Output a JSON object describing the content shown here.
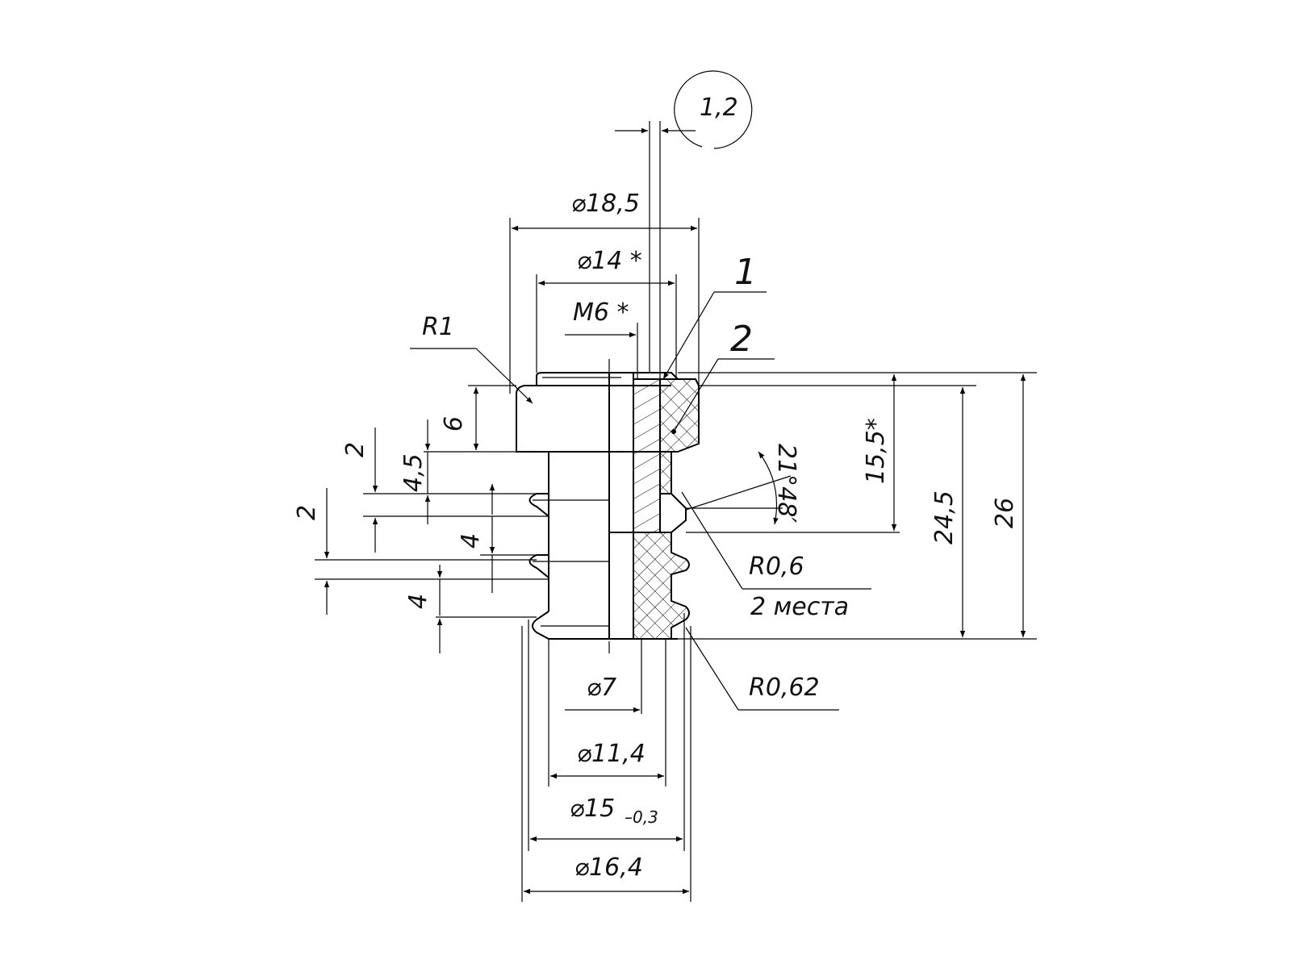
{
  "drawing": {
    "dims": {
      "gap": "1,2",
      "d185": "⌀18,5",
      "d14": "⌀14 *",
      "m6": "M6 *",
      "r1": "R1",
      "h6": "6",
      "h45": "4,5",
      "h2a": "2",
      "h2b": "2",
      "h4a": "4",
      "h4b": "4",
      "angle": "21°48′",
      "h155": "15,5*",
      "h245": "24,5",
      "h26": "26",
      "r06": "R0,6",
      "places": "2 места",
      "r062": "R0,62",
      "d7": "⌀7",
      "d114": "⌀11,4",
      "d15": "⌀15",
      "d15tol": "–0,3",
      "d164": "⌀16,4"
    },
    "callouts": {
      "part1": "1",
      "part2": "2"
    }
  }
}
